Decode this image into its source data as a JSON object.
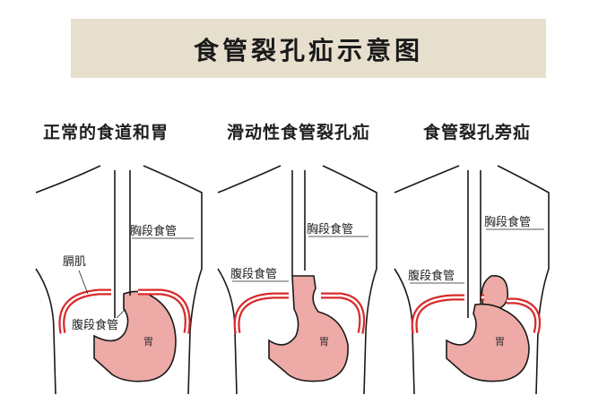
{
  "title": "食管裂孔疝示意图",
  "panels": [
    {
      "heading": "正常的食道和胃",
      "labels": {
        "thoracic": "胸段食管",
        "diaphragm": "膈肌",
        "abdominal": "腹段食管",
        "stomach": "胃"
      }
    },
    {
      "heading": "滑动性食管裂孔疝",
      "labels": {
        "thoracic": "胸段食管",
        "abdominal": "腹段食管",
        "stomach": "胃"
      }
    },
    {
      "heading": "食管裂孔旁疝",
      "labels": {
        "thoracic": "胸段食管",
        "abdominal": "腹段食管",
        "stomach": "胃"
      }
    }
  ],
  "colors": {
    "stomach_fill": "#eeaaa6",
    "diaphragm": "#d82a2a",
    "banner": "#e6dfcd",
    "outline": "#1a1a1a"
  }
}
